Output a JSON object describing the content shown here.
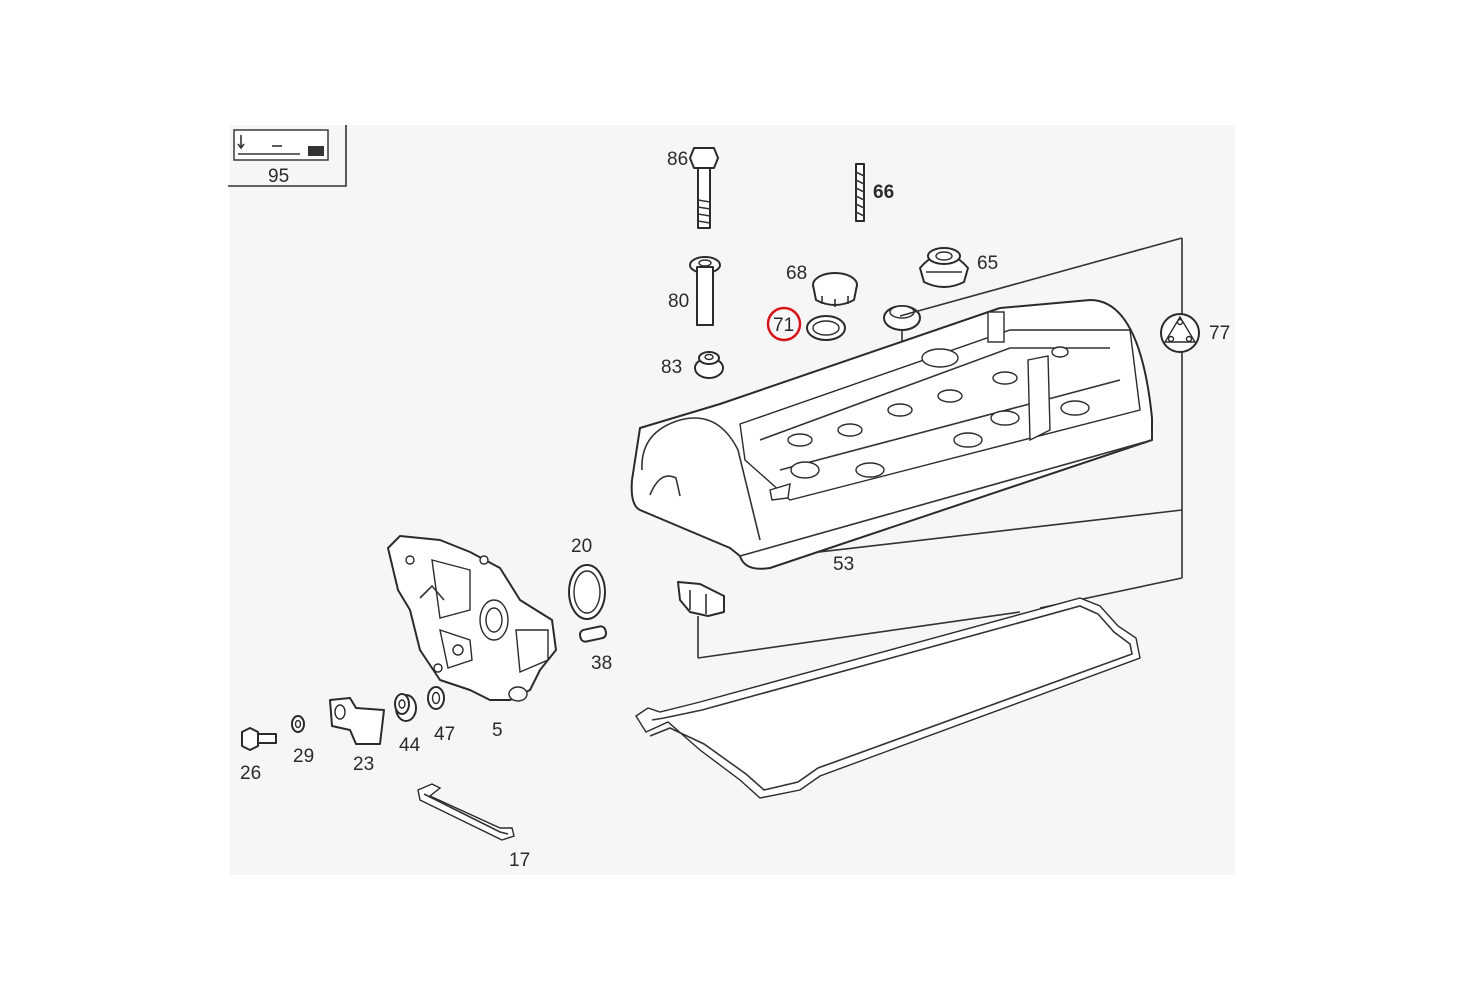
{
  "labels": {
    "p95": "95",
    "p86": "86",
    "p66": "66",
    "p68": "68",
    "p65": "65",
    "p80": "80",
    "p71": "71",
    "p83": "83",
    "p77": "77",
    "p53": "53",
    "p20": "20",
    "p38": "38",
    "p5": "5",
    "p47": "47",
    "p44": "44",
    "p23": "23",
    "p29": "29",
    "p26": "26",
    "p17": "17"
  },
  "highlight": {
    "part": "71",
    "color": "#d6151b"
  },
  "colors": {
    "background": "#ffffff",
    "diagram_bg": "#f6f6f6",
    "line": "#2b2b2b"
  }
}
